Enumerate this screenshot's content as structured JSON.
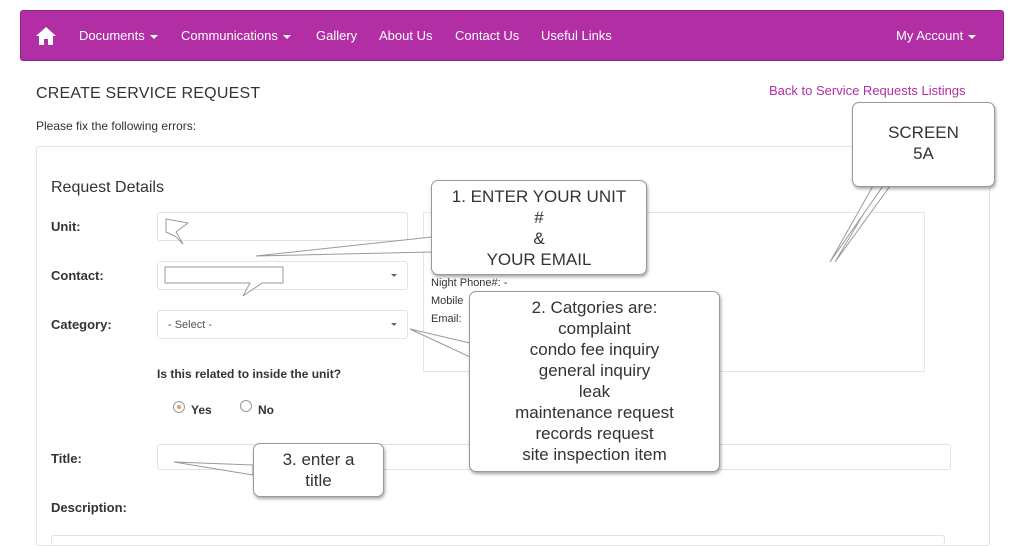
{
  "navbar": {
    "home_icon": "home-icon",
    "items": [
      {
        "label": "Documents",
        "dropdown": true
      },
      {
        "label": "Communications",
        "dropdown": true
      },
      {
        "label": "Gallery",
        "dropdown": false
      },
      {
        "label": "About Us",
        "dropdown": false
      },
      {
        "label": "Contact Us",
        "dropdown": false
      },
      {
        "label": "Useful Links",
        "dropdown": false
      }
    ],
    "account": {
      "label": "My Account",
      "dropdown": true
    },
    "colors": {
      "background": "#b22ea5",
      "text": "#ffffff"
    }
  },
  "page": {
    "title": "CREATE SERVICE REQUEST",
    "back_link": "Back to Service Requests Listings",
    "errors_text": "Please fix the following errors:"
  },
  "form": {
    "section_title": "Request Details",
    "unit_label": "Unit:",
    "contact_label": "Contact:",
    "category_label": "Category:",
    "category_value": "- Select -",
    "question": "Is this related to inside the unit?",
    "radio_yes": "Yes",
    "radio_no": "No",
    "selected": "Yes",
    "title_label": "Title:",
    "description_label": "Description:"
  },
  "contact_info": {
    "night_phone": "Night Phone#: -",
    "mobile": "Mobile",
    "email": "Email:"
  },
  "annotations": {
    "screen": [
      "SCREEN",
      "5A"
    ],
    "step1": [
      "1. ENTER YOUR UNIT",
      "#",
      "&",
      "YOUR EMAIL"
    ],
    "step2": [
      "2. Catgories are:",
      "complaint",
      "condo fee inquiry",
      "general inquiry",
      "leak",
      "maintenance request",
      "records request",
      "site inspection item"
    ],
    "step3": [
      "3. enter a",
      "title"
    ]
  }
}
